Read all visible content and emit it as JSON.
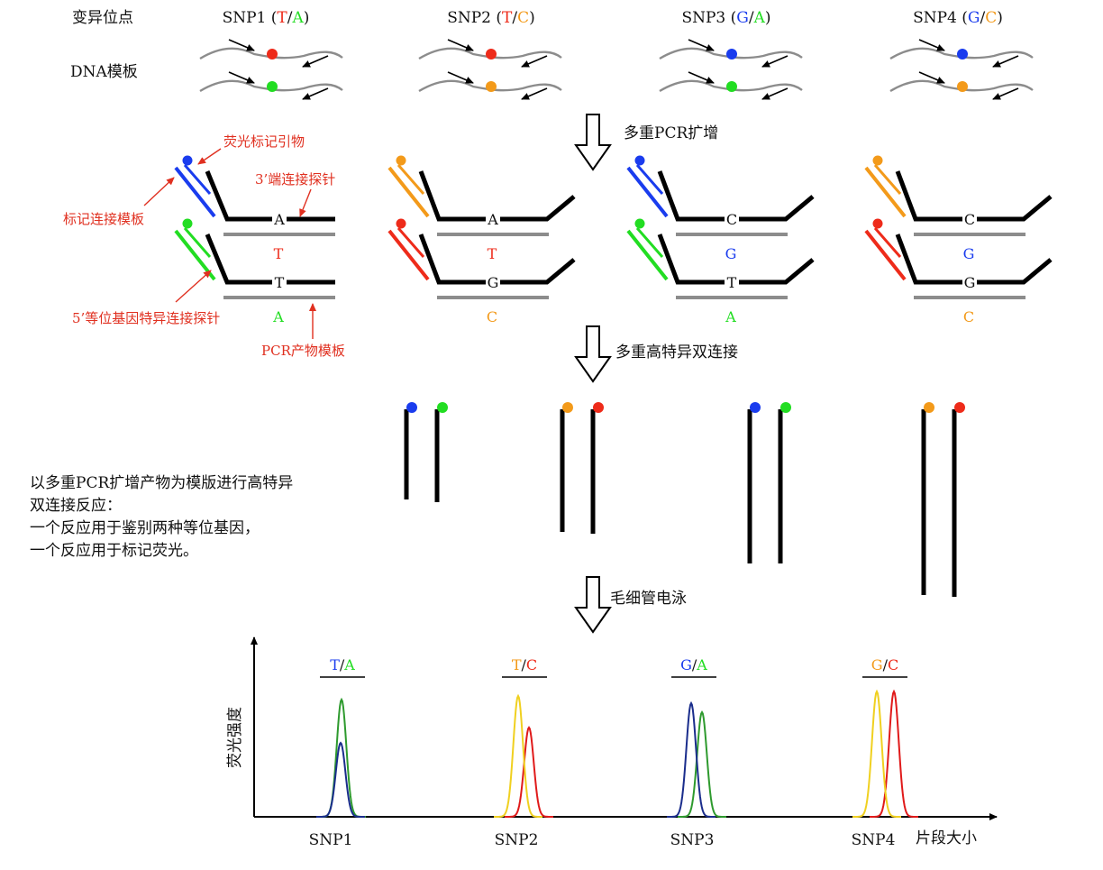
{
  "colors": {
    "red": "#ee2b1a",
    "green": "#22dd22",
    "blue": "#1a3cee",
    "orange": "#f39a1a",
    "gray": "#8c8c8c",
    "black": "#000000",
    "annot_red": "#e03020",
    "peak_blue": "#1a2d8c",
    "peak_green": "#2e9a2e",
    "peak_yellow": "#f0d020",
    "peak_red": "#e01a1a"
  },
  "header": {
    "row1_label": "变异位点",
    "row2_label": "DNA模板"
  },
  "snps": [
    {
      "name": "SNP1",
      "a1": "T",
      "a2": "A",
      "c1": "red",
      "c2": "green",
      "dot_top": "red",
      "dot_bot": "green"
    },
    {
      "name": "SNP2",
      "a1": "T",
      "a2": "C",
      "c1": "red",
      "c2": "orange",
      "dot_top": "red",
      "dot_bot": "orange"
    },
    {
      "name": "SNP3",
      "a1": "G",
      "a2": "A",
      "c1": "blue",
      "c2": "green",
      "dot_top": "blue",
      "dot_bot": "green"
    },
    {
      "name": "SNP4",
      "a1": "G",
      "a2": "C",
      "c1": "blue",
      "c2": "orange",
      "dot_top": "blue",
      "dot_bot": "orange"
    }
  ],
  "steps": {
    "pcr": "多重PCR扩增",
    "ligation": "多重高特异双连接",
    "ce": "毛细管电泳"
  },
  "annotations": {
    "fluor_primer": "荧光标记引物",
    "labeled_template": "标记连接模板",
    "probe3": "3’端连接探针",
    "probe5": "5’等位基因特异连接探针",
    "pcr_template": "PCR产物模板"
  },
  "probes": [
    {
      "top_base": "A",
      "top_tmpl": "T",
      "top_tmpl_color": "red",
      "bot_base": "T",
      "bot_tmpl": "A",
      "bot_tmpl_color": "green",
      "top_label_color": "blue",
      "bot_label_color": "green"
    },
    {
      "top_base": "A",
      "top_tmpl": "T",
      "top_tmpl_color": "red",
      "bot_base": "G",
      "bot_tmpl": "C",
      "bot_tmpl_color": "orange",
      "top_label_color": "orange",
      "bot_label_color": "red"
    },
    {
      "top_base": "C",
      "top_tmpl": "G",
      "top_tmpl_color": "blue",
      "bot_base": "T",
      "bot_tmpl": "A",
      "bot_tmpl_color": "green",
      "top_label_color": "blue",
      "bot_label_color": "green"
    },
    {
      "top_base": "C",
      "top_tmpl": "G",
      "top_tmpl_color": "blue",
      "bot_base": "G",
      "bot_tmpl": "C",
      "bot_tmpl_color": "orange",
      "top_label_color": "orange",
      "bot_label_color": "red"
    }
  ],
  "ligation_products": [
    {
      "left_dot": "blue",
      "right_dot": "green"
    },
    {
      "left_dot": "orange",
      "right_dot": "red"
    },
    {
      "left_dot": "blue",
      "right_dot": "green"
    },
    {
      "left_dot": "orange",
      "right_dot": "red"
    }
  ],
  "description": [
    "以多重PCR扩增产物为模版进行高特异",
    "双连接反应：",
    "一个反应用于鉴别两种等位基因，",
    "一个反应用于标记荧光。"
  ],
  "electropherogram": {
    "y_label": "荧光强度",
    "x_label": "片段大小",
    "groups": [
      {
        "snp": "SNP1",
        "a1": "T",
        "a2": "A",
        "a1_color": "peak_blue",
        "a2_color": "peak_green"
      },
      {
        "snp": "SNP2",
        "a1": "T",
        "a2": "C",
        "a1_color": "orange",
        "a2_color": "peak_red"
      },
      {
        "snp": "SNP3",
        "a1": "G",
        "a2": "A",
        "a1_color": "peak_blue",
        "a2_color": "peak_green"
      },
      {
        "snp": "SNP4",
        "a1": "G",
        "a2": "C",
        "a1_color": "orange",
        "a2_color": "peak_red"
      }
    ]
  }
}
